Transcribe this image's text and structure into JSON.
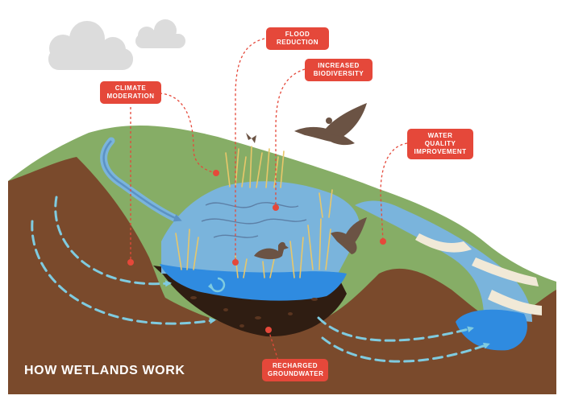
{
  "title": "HOW WETLANDS WORK",
  "labels": {
    "flood_reduction": [
      "FLOOD",
      "REDUCTION"
    ],
    "increased_biodiversity": [
      "INCREASED",
      "BIODIVERSITY"
    ],
    "climate_moderation": [
      "CLIMATE",
      "MODERATION"
    ],
    "water_quality": [
      "WATER QUALITY",
      "IMPROVEMENT"
    ],
    "recharged_groundwater": [
      "RECHARGED",
      "GROUNDWATER"
    ]
  },
  "colors": {
    "label_bg": "#e5483a",
    "soil": "#7a4a2c",
    "grass": "#86ad66",
    "water": "#7ab4dc",
    "deep_water": "#2f8be0",
    "groundwater_arrow": "#7fcbe0",
    "cloud": "#dcdcdc"
  },
  "icons": [
    "cloud-icon",
    "flying-duck-icon",
    "swimming-duck-icon",
    "landing-duck-icon",
    "insect-icon",
    "water-cycle-arrow-icon"
  ]
}
